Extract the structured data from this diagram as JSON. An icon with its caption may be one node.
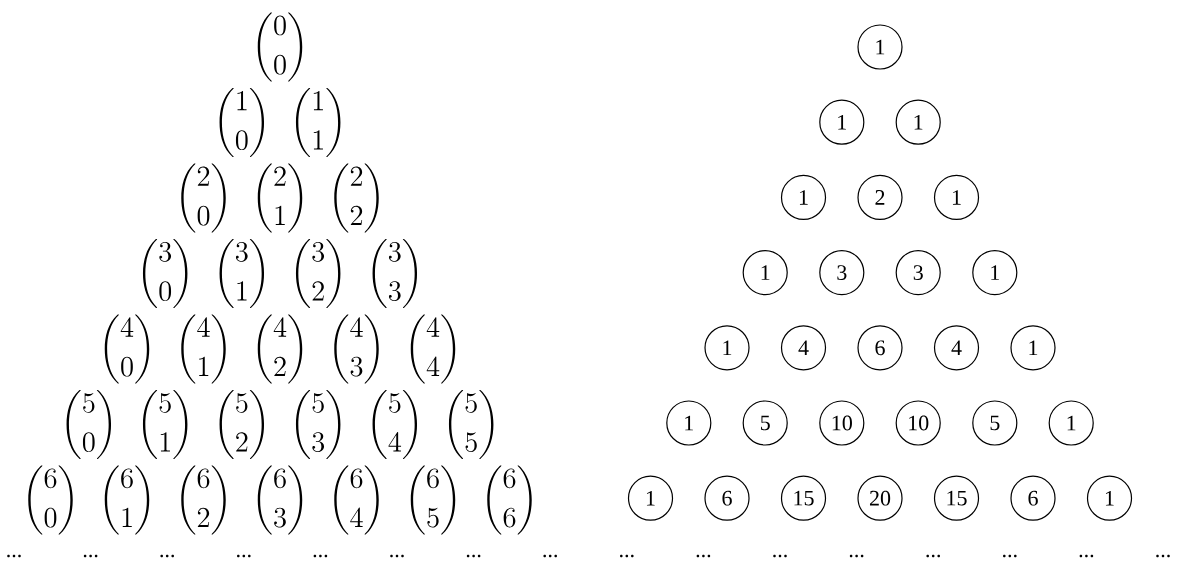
{
  "diagram": {
    "nodes": [
      {
        "text": [
          "1"
        ]
      },
      {
        "text": [
          "1"
        ]
      },
      {
        "text": [
          "1"
        ]
      },
      {
        "text": [
          "1"
        ]
      },
      {
        "text": [
          "2"
        ]
      },
      {
        "text": [
          "1"
        ]
      },
      {
        "text": [
          "1"
        ]
      },
      {
        "text": [
          "3"
        ]
      },
      {
        "text": [
          "3"
        ]
      },
      {
        "text": [
          "1"
        ]
      },
      {
        "text": [
          "1"
        ]
      },
      {
        "text": [
          "4"
        ]
      },
      {
        "text": [
          "6"
        ]
      },
      {
        "text": [
          "4"
        ]
      },
      {
        "text": [
          "1"
        ]
      },
      {
        "text": [
          "1"
        ]
      },
      {
        "text": [
          "5"
        ]
      },
      {
        "text": [
          "10"
        ]
      },
      {
        "text": [
          "10"
        ]
      },
      {
        "text": [
          "5"
        ]
      },
      {
        "text": [
          "1"
        ]
      },
      {
        "text": [
          "1"
        ]
      },
      {
        "text": [
          "6"
        ]
      },
      {
        "text": [
          "15"
        ]
      },
      {
        "text": [
          "20"
        ]
      },
      {
        "text": [
          "15"
        ]
      },
      {
        "text": [
          "6"
        ]
      },
      {
        "text": [
          "1"
        ]
      }
    ],
    "labels": [
      "\\binom{0}{0}",
      "\\binom{1}{0}",
      "\\binom{1}{1}",
      "\\binom{2}{0}",
      "\\binom{2}{1}",
      "\\binom{2}{2}",
      "\\binom{3}{0}",
      "\\binom{3}{1}",
      "\\binom{3}{2}",
      "\\binom{3}{3}",
      "\\binom{4}{0}",
      "\\binom{4}{1}",
      "\\binom{4}{2}",
      "\\binom{4}{3}",
      "\\binom{4}{4}",
      "\\binom{5}{0}",
      "\\binom{5}{1}",
      "\\binom{5}{2}",
      "\\binom{5}{3}",
      "\\binom{5}{4}",
      "\\binom{5}{5}",
      "\\binom{6}{0}",
      "\\binom{6}{1}",
      "\\binom{6}{2}",
      "\\binom{6}{3}",
      "\\binom{6}{4}",
      "\\binom{6}{5}",
      "\\binom{6}{6}",
      "...",
      "...",
      "...",
      "...",
      "...",
      "...",
      "...",
      "...",
      "...",
      "...",
      "...",
      "...",
      "...",
      "...",
      "...",
      "..."
    ]
  }
}
